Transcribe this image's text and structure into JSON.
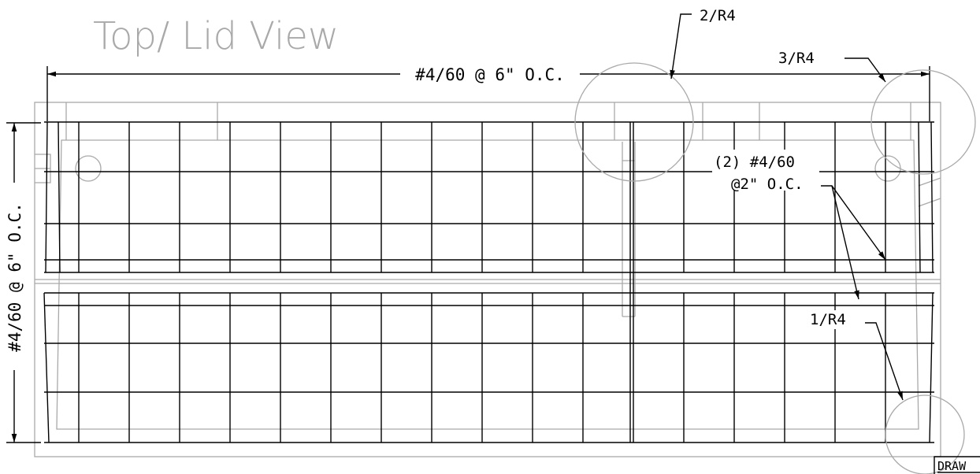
{
  "title": "Top/ Lid View",
  "labels": {
    "dim_horizontal": "#4/60 @ 6\" O.C.",
    "dim_vertical": "#4/60 @ 6\" O.C.",
    "note_line1": "(2) #4/60",
    "note_line2": "@2\" O.C.",
    "detail_1": "1/R4",
    "detail_2": "2/R4",
    "detail_3": "3/R4",
    "stamp": "DRAW"
  },
  "colors": {
    "line": "#000000",
    "outline": "#a9a9a9",
    "background": "#ffffff"
  }
}
